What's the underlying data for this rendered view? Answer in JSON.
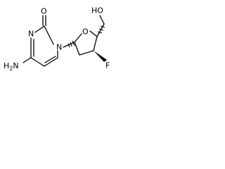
{
  "molecule": {
    "labels": {
      "carbonyl_oxygen": "O",
      "amino": "H2N",
      "ring_nitrogen_3": "N",
      "ring_nitrogen_1": "N",
      "ring_oxygen": "O",
      "hydroxyl": "HO",
      "fluorine": "F"
    },
    "colors": {
      "bond": "#000000",
      "label": "#000000",
      "background": "#ffffff"
    }
  }
}
